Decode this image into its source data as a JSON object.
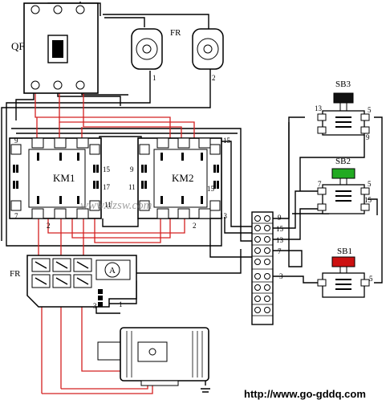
{
  "components": {
    "qf": "QF",
    "fr_top": "FR",
    "fr_bottom": "FR",
    "km1": "KM1",
    "km2": "KM2",
    "sb1": "SB1",
    "sb2": "SB2",
    "sb3": "SB3",
    "ammeter": "A"
  },
  "terminals": {
    "fr_1": "1",
    "fr_2": "2",
    "km1_9": "9",
    "km1_7": "7",
    "km1_15": "15",
    "km1_17": "17",
    "km1_2": "2",
    "km1_11": "11",
    "km2_9": "9",
    "km2_11": "11",
    "km2_15": "15",
    "km2_13": "13",
    "km2_2": "2",
    "km2_15b": "15",
    "strip_9": "9",
    "strip_15": "15",
    "strip_13": "13",
    "strip_7": "7",
    "strip_3": "3",
    "sb3_13": "13",
    "sb3_5": "5",
    "sb3_9": "9",
    "sb2_7": "7",
    "sb2_5": "5",
    "sb2_15": "15",
    "sb1_5": "5",
    "frb_3": "3",
    "frb_1": "1"
  },
  "watermark": "www.dzsw.com",
  "footer_url": "http://www.go-gddq.com",
  "colors": {
    "wire": "#000000",
    "red_wire": "#d42020",
    "sb3_button": "#111111",
    "sb2_button": "#22aa22",
    "sb1_button": "#cc1111"
  }
}
